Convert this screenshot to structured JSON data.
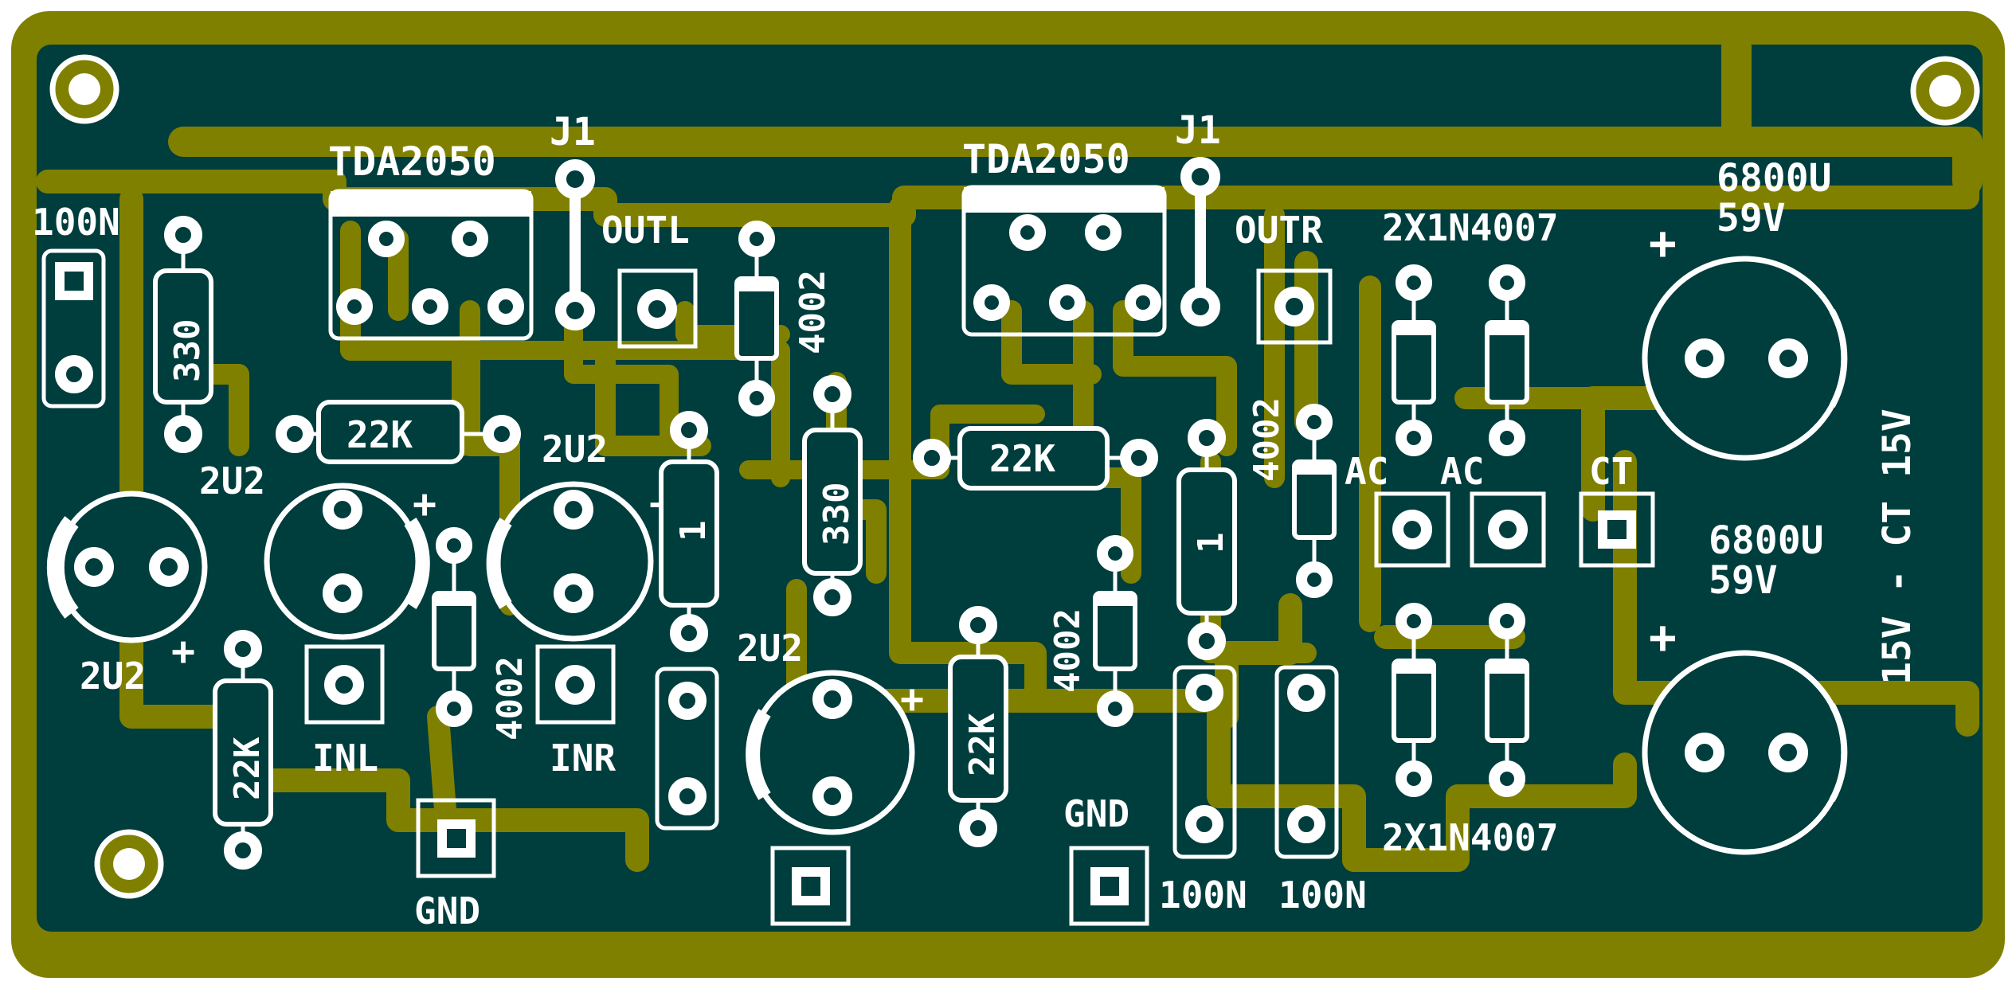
{
  "board": {
    "colors": {
      "copper": "#808000",
      "substrate": "#003d3d",
      "silkscreen": "#ffffff",
      "background": "#ffffff"
    }
  },
  "labels": {
    "ic_left": "TDA2050",
    "ic_right": "TDA2050",
    "j1_left": "J1",
    "j1_right": "J1",
    "outl": "OUTL",
    "outr": "OUTR",
    "cap_100n_topleft": "100N",
    "res_330_left": "330",
    "res_22k_left_horiz": "22K",
    "cap_2u2_a": "2U2",
    "cap_2u2_b": "2U2",
    "cap_2u2_c": "2U2",
    "cap_2u2_d": "2U2",
    "res_22k_left_vert": "22K",
    "inl": "INL",
    "inr": "INR",
    "gnd_left": "GND",
    "diode_4002_a": "4002",
    "diode_4002_b": "4002",
    "diode_4002_c": "4002",
    "diode_4002_d": "4002",
    "res_1_left": "1",
    "res_330_mid": "330",
    "res_22k_mid_horiz": "22K",
    "res_22k_mid_vert": "22K",
    "res_1_right": "1",
    "gnd_mid": "GND",
    "cap_100n_bottom_a": "100N",
    "cap_100n_bottom_b": "100N",
    "diodes_top": "2X1N4007",
    "diodes_bottom": "2X1N4007",
    "ac_a": "AC",
    "ac_b": "AC",
    "ct": "CT",
    "bigcap_top_value": "6800U",
    "bigcap_top_voltage": "59V",
    "bigcap_bottom_value": "6800U",
    "bigcap_bottom_voltage": "59V",
    "supply": "15V - CT 15V",
    "plus": "+"
  }
}
